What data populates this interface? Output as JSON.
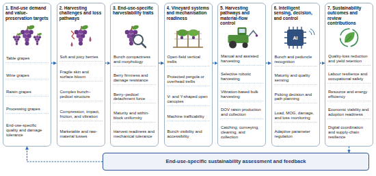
{
  "diagram": {
    "nodes": [
      {
        "text": [
          "1. End-use demand and value-preservation targets",
          "Table grapes",
          "Wine grapes",
          "Raisin grapes",
          "Processing grapes",
          "End-use-specific quality and damage tolerance"
        ]
      },
      {
        "text": [
          "2. Harvesting challenges and loss pathways",
          "Soft and juicy berries",
          "Fragile skin and surface bloom",
          "Complex bunch–pedicel structure",
          "Compression, impact, friction, and vibration",
          "Marketable and raw-material losses"
        ]
      },
      {
        "text": [
          "3. End-use-specific harvestability traits",
          "Bunch compactness and morphology",
          "Berry firmness and damage resistance",
          "Berry–pedicel detachment force",
          "Maturity and within-block uniformity",
          "Harvest readiness and mechanical tolerance"
        ]
      },
      {
        "text": [
          "4. Vineyard systems and mechanisation readiness",
          "Open-field vertical trellis",
          "Protected pergola or overhead trellis",
          "V- and Y-shaped open canopies",
          "Machine trafficability",
          "Bunch visibility and accessibility"
        ]
      },
      {
        "text": [
          "5. Harvesting pathways and material-flow control",
          "Manual and assisted harvesting",
          "Selective robotic harvesting",
          "Vibration-based bulk harvesting",
          "DOV raisin production and collection",
          "Catching, conveying, cleaning, and collection"
        ]
      },
      {
        "text": [
          "6. Intelligent sensing, decision, and control",
          "Bunch and peduncle recognition",
          "Maturity and quality sensing",
          "Picking decision and path planning",
          "Load, MOG, damage, and loss monitoring",
          "Adaptive parameter regulation"
        ]
      },
      {
        "text": [
          "7. Sustainability outcomes and review contributions",
          "Quality-loss reduction and yield retention",
          "Labour resilience and occupational safety",
          "Resource and energy efficiency",
          "Economic viability and adoption readiness",
          "Digital coordination and supply-chain resilience"
        ]
      },
      {
        "text": [
          "End-use-specific sustainability assessment and feedback"
        ]
      }
    ],
    "edges": [
      {
        "from": 0,
        "to": 1,
        "arrow": "to"
      },
      {
        "from": 1,
        "to": 2,
        "arrow": "to"
      },
      {
        "from": 2,
        "to": 3,
        "arrow": "to"
      },
      {
        "from": 3,
        "to": 4,
        "arrow": "to"
      },
      {
        "from": 4,
        "to": 5,
        "arrow": "to"
      },
      {
        "from": 5,
        "to": 6,
        "arrow": "to"
      },
      {
        "from": 6,
        "to": 7,
        "arrow": "to"
      },
      {
        "from": 7,
        "to": 0,
        "arrow": "to"
      }
    ],
    "labels": [
      "AI"
    ]
  }
}
